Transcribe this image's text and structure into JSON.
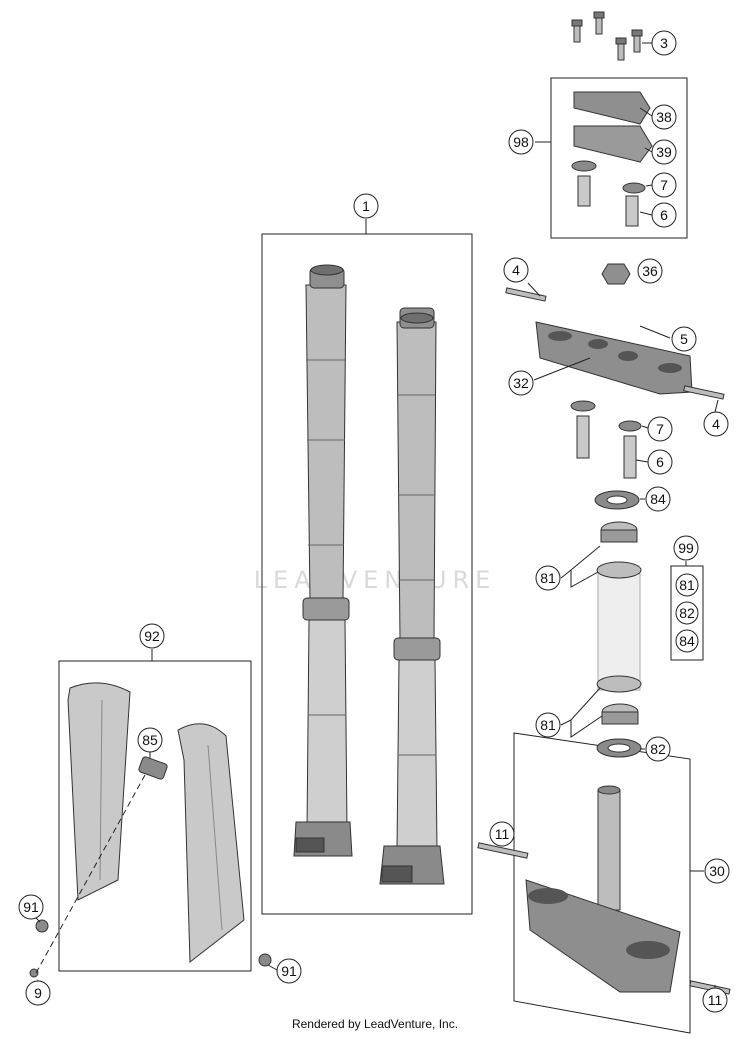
{
  "callouts": {
    "c1": "1",
    "c3": "3",
    "c38": "38",
    "c98": "98",
    "c39": "39",
    "c7a": "7",
    "c6a": "6",
    "c4a": "4",
    "c36": "36",
    "c5": "5",
    "c32": "32",
    "c4b": "4",
    "c7b": "7",
    "c6b": "6",
    "c84a": "84",
    "c99": "99",
    "c81a": "81",
    "c81k": "81",
    "c82k": "82",
    "c84k": "84",
    "c81b": "81",
    "c82b": "82",
    "c92": "92",
    "c85": "85",
    "c11a": "11",
    "c30": "30",
    "c91a": "91",
    "c91b": "91",
    "c9": "9",
    "c11b": "11"
  },
  "watermark": "LEADVENTURE",
  "footer": "Rendered by LeadVenture, Inc.",
  "colors": {
    "line": "#222222",
    "part": "#9a9a9a",
    "part_light": "#c9c9c9"
  }
}
